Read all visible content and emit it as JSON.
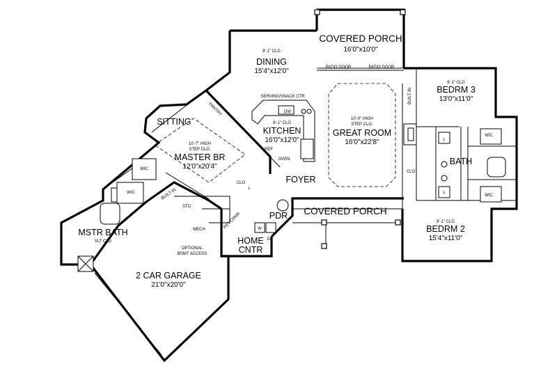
{
  "rooms": {
    "covered_porch_rear": {
      "name": "COVERED PORCH",
      "dims": "16'0\"x10'0\""
    },
    "dining": {
      "ceiling": "9'-1\" CLG",
      "name": "DINING",
      "dims": "15'4\"x12'0\""
    },
    "kitchen": {
      "ceiling": "9'-1\" CLG",
      "name": "KITCHEN",
      "dims": "16'0\"x12'0\""
    },
    "great_room": {
      "ceiling_1": "10'-0\" HIGH",
      "ceiling_2": "STEP CLG.",
      "name": "GREAT ROOM",
      "dims": "16'0\"x22'8\""
    },
    "bedroom3": {
      "ceiling": "9'-1\" CLG",
      "name": "BEDRM 3",
      "dims": "13'0\"x11'0\""
    },
    "bedroom2": {
      "ceiling": "9'-1\" CLG",
      "name": "BEDRM 2",
      "dims": "15'4\"x11'0\""
    },
    "master_br": {
      "ceiling_1": "10'-7\" HIGH",
      "ceiling_2": "STEP CLG.",
      "name": "MASTER BR",
      "dims": "12'0\"x20'4\""
    },
    "sitting": {
      "name": "SITTING"
    },
    "foyer": {
      "name": "FOYER"
    },
    "covered_porch_front": {
      "name": "COVERED PORCH"
    },
    "bath": {
      "name": "BATH"
    },
    "pdr": {
      "name": "PDR"
    },
    "home_cntr": {
      "line1": "HOME",
      "line2": "CNTR"
    },
    "master_bath": {
      "name": "MSTR BATH",
      "ceiling": "VLT CLG"
    },
    "garage": {
      "name": "2 CAR GARAGE",
      "dims": "21'0\"x20'0\""
    }
  },
  "labels": {
    "serving_snack": "SERVING/SNACK CTR",
    "pantry": "PANTRY",
    "dw": "DW",
    "ref": "REF",
    "oven": "OVEN",
    "clo": "CLO",
    "wic": "WIC",
    "built_in": "BUILT-IN",
    "sto": "STO",
    "mech": "MECH",
    "pet_crnr": "PET CRNR",
    "optional_line1": "OPTIONAL",
    "optional_line2": "BSMT ACCESS",
    "patio_door": "PATIO DOOR",
    "w": "W",
    "d": "D",
    "l": "L"
  }
}
